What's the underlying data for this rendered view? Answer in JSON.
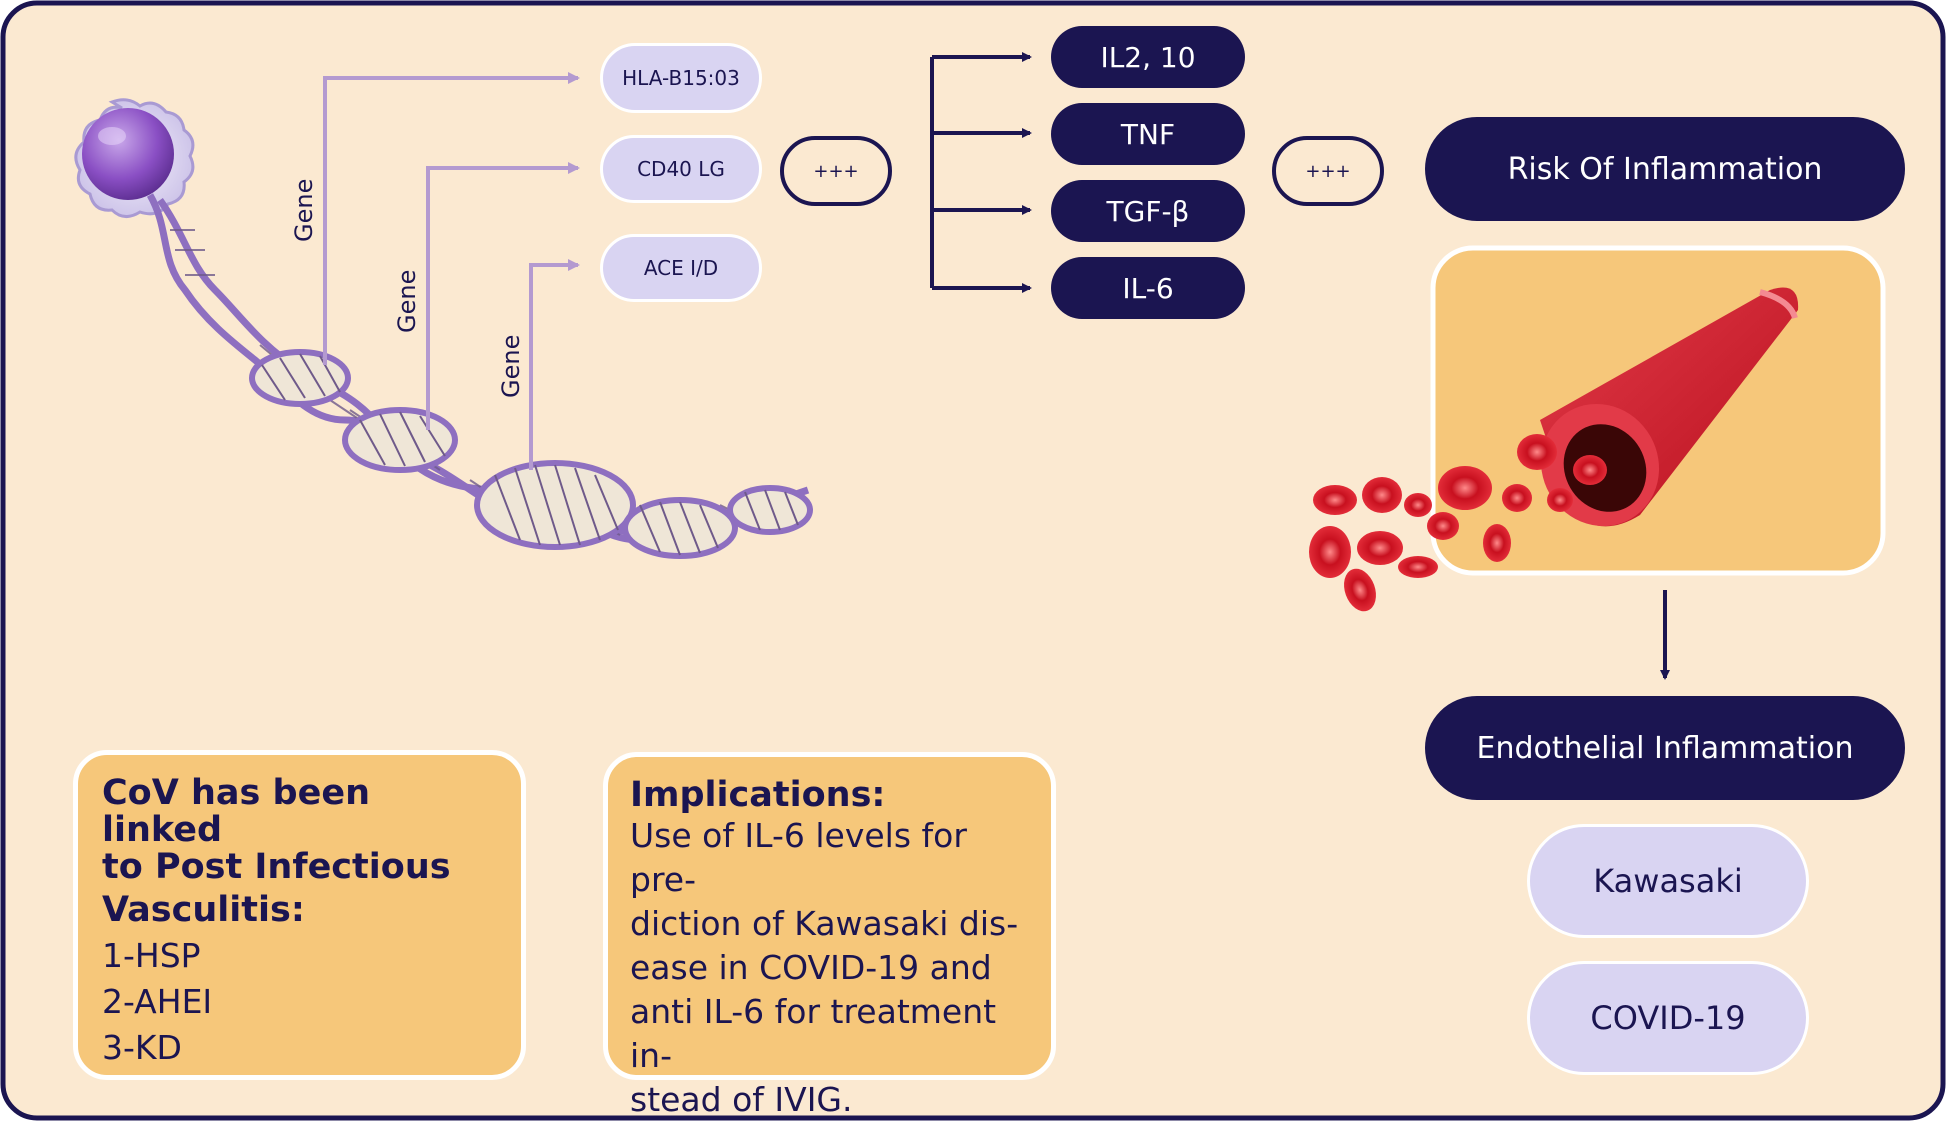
{
  "genes": {
    "label": "Gene",
    "items": [
      "HLA-B15:03",
      "CD40 LG",
      "ACE I/D"
    ]
  },
  "plus_label": "+++",
  "cytokines": [
    "IL2, 10",
    "TNF",
    "TGF-β",
    "IL-6"
  ],
  "risk_label": "Risk Of Inflammation",
  "endothelial_label": "Endothelial Inflammation",
  "diseases": [
    "Kawasaki",
    "COVID-19"
  ],
  "box_left": {
    "heading_line1": "CoV has been linked",
    "heading_line2": "to Post Infectious",
    "heading_line3": "Vasculitis:",
    "items": [
      "1-HSP",
      "2-AHEI",
      "3-KD"
    ]
  },
  "box_right": {
    "heading": "Implications:",
    "lines": [
      "Use of IL-6 levels for pre-",
      "diction of Kawasaki dis-",
      "ease in COVID-19 and",
      "anti IL-6 for treatment in-",
      "stead of IVIG."
    ]
  },
  "colors": {
    "background": "#fbe9d1",
    "navy": "#1b1551",
    "lavender": "#d9d4f2",
    "card": "#f6c77a",
    "gene_line": "#b49ad0",
    "dna": "#8e6fc0",
    "blood": "#d41b2a"
  }
}
